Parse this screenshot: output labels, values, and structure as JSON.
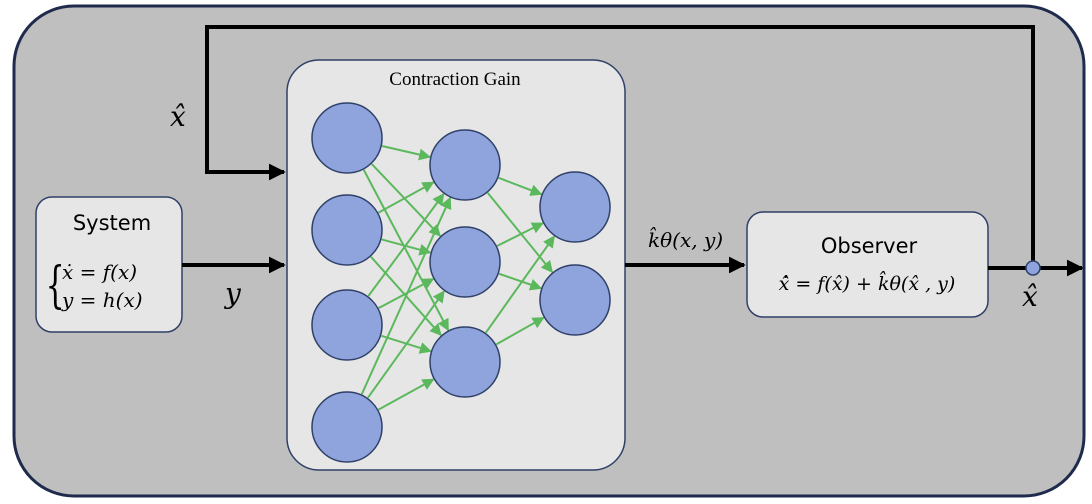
{
  "colors": {
    "outer_fill": "#bfbfbf",
    "outer_border": "#1f2b4d",
    "box_fill": "#e6e6e6",
    "box_border": "#2f4168",
    "node_fill": "#8fa3dc",
    "node_border": "#2f4168",
    "edge_color": "#5cb85c",
    "signal_color": "#000000",
    "junction_fill": "#8fa3dc"
  },
  "system": {
    "title": "System",
    "eq1": "ẋ = f(x)",
    "eq2": "y = h(x)"
  },
  "gain": {
    "title": "Contraction Gain"
  },
  "observer": {
    "title": "Observer",
    "eq": "x̂̇ = f(x̂) + k̂θ(x̂ , y)"
  },
  "labels": {
    "feedback_in": "x̂",
    "y_signal": "y",
    "gain_output": "k̂θ(x, y)",
    "estimate_out": "x̂"
  },
  "network": {
    "layers": [
      4,
      3,
      2
    ]
  }
}
